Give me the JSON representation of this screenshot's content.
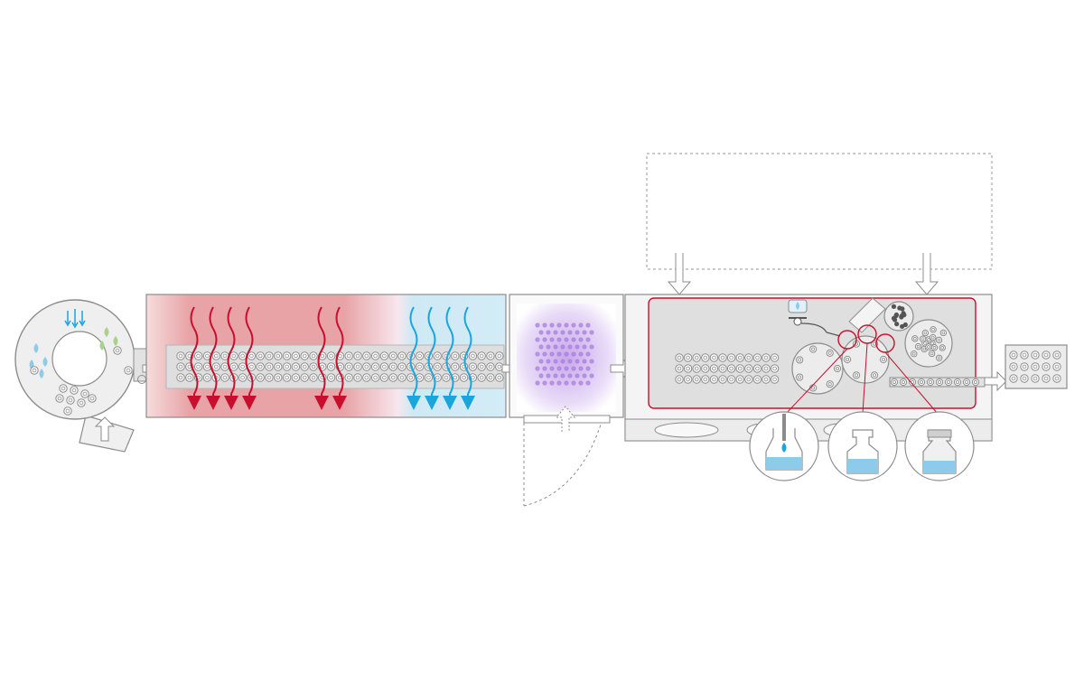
{
  "diagram": {
    "stages": [
      {
        "id": "washer",
        "label": ""
      },
      {
        "id": "heating-tunnel",
        "label": ""
      },
      {
        "id": "cooling-zone",
        "label": ""
      },
      {
        "id": "uv-sterilization",
        "label": ""
      },
      {
        "id": "filling-stoppering",
        "label": ""
      },
      {
        "id": "output-tray",
        "label": ""
      }
    ],
    "insets": [
      {
        "id": "filling",
        "label": ""
      },
      {
        "id": "stoppering",
        "label": ""
      },
      {
        "id": "capping",
        "label": ""
      }
    ],
    "colors": {
      "heat": "#c8102e",
      "heat_zone": "#e8a3a6",
      "cool": "#1aa6dc",
      "cool_zone": "#cfe9f4",
      "uv": "#b48be0",
      "water": "#8ecbea",
      "detergent": "#a9d18e",
      "frame": "#8c8c8c",
      "conveyor": "#dcdcdc",
      "isolator": "#c8102e"
    },
    "icons": [
      "water-drop-icon",
      "arrow-icon",
      "vial-icon",
      "stopper-icon",
      "cap-icon"
    ]
  }
}
